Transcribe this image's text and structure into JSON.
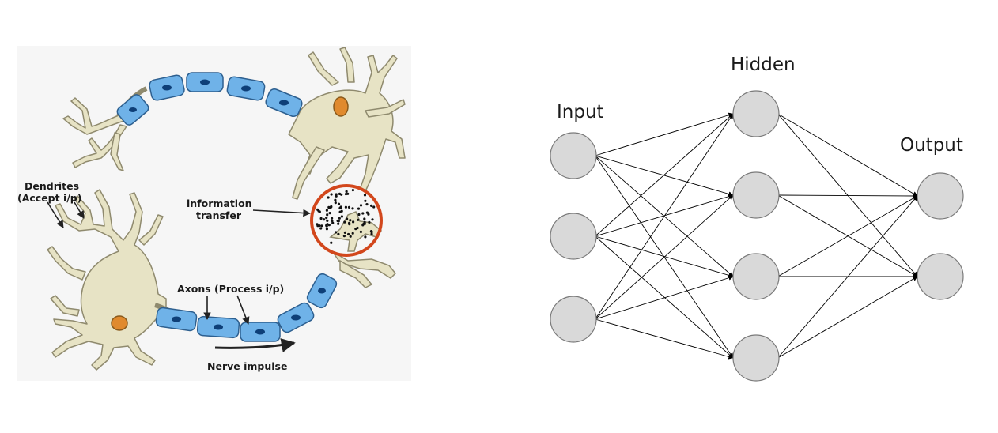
{
  "neuron_diagram": {
    "labels": {
      "dendrites_line1": "Dendrites",
      "dendrites_line2": "(Accept i/p)",
      "info_line1": "information",
      "info_line2": "transfer",
      "axons": "Axons (Process i/p)",
      "nerve_impulse": "Nerve impulse"
    },
    "colors": {
      "background": "#f6f6f6",
      "cell_body": "#e7e3c5",
      "cell_outline": "#8f8a6e",
      "myelin": "#6fb2e8",
      "myelin_outline": "#2d5f8f",
      "nucleus": "#e08a2e",
      "synapse_ring": "#d2471c"
    }
  },
  "network_diagram": {
    "layers": [
      {
        "name": "Input",
        "nodes": 3
      },
      {
        "name": "Hidden",
        "nodes": 4
      },
      {
        "name": "Output",
        "nodes": 2
      }
    ],
    "colors": {
      "node_fill": "#d9d9d9",
      "node_stroke": "#7a7a7a",
      "edge": "#000000"
    },
    "fully_connected": true
  }
}
